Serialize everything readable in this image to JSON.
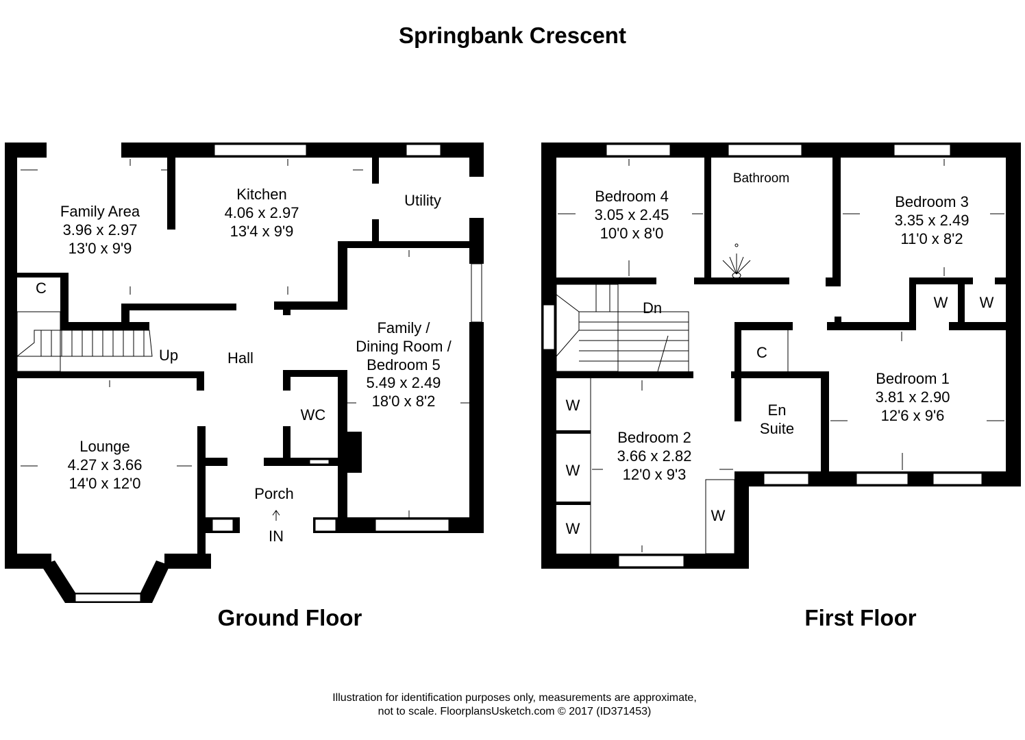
{
  "title": "Springbank Crescent",
  "ground_floor": {
    "label": "Ground Floor",
    "rooms": {
      "family_area": {
        "name": "Family Area",
        "metric": "3.96 x 2.97",
        "imperial": "13'0 x 9'9"
      },
      "kitchen": {
        "name": "Kitchen",
        "metric": "4.06 x 2.97",
        "imperial": "13'4 x 9'9"
      },
      "utility": {
        "name": "Utility"
      },
      "cupboard": {
        "name": "C"
      },
      "stairs": {
        "name": "Up"
      },
      "hall": {
        "name": "Hall"
      },
      "family_dining": {
        "name1": "Family /",
        "name2": "Dining Room /",
        "name3": "Bedroom 5",
        "metric": "5.49 x 2.49",
        "imperial": "18'0 x 8'2"
      },
      "wc": {
        "name": "WC"
      },
      "lounge": {
        "name": "Lounge",
        "metric": "4.27 x 3.66",
        "imperial": "14'0 x 12'0"
      },
      "porch": {
        "name": "Porch"
      },
      "entrance": {
        "name": "IN"
      }
    }
  },
  "first_floor": {
    "label": "First Floor",
    "rooms": {
      "bedroom4": {
        "name": "Bedroom 4",
        "metric": "3.05 x 2.45",
        "imperial": "10'0 x 8'0"
      },
      "bathroom": {
        "name": "Bathroom"
      },
      "bedroom3": {
        "name": "Bedroom 3",
        "metric": "3.35 x 2.49",
        "imperial": "11'0 x 8'2"
      },
      "stairs": {
        "name": "Dn"
      },
      "w1": {
        "name": "W"
      },
      "w2": {
        "name": "W"
      },
      "cupboard": {
        "name": "C"
      },
      "bedroom1": {
        "name": "Bedroom 1",
        "metric": "3.81 x 2.90",
        "imperial": "12'6 x 9'6"
      },
      "ensuite": {
        "name1": "En",
        "name2": "Suite"
      },
      "bedroom2": {
        "name": "Bedroom 2",
        "metric": "3.66 x 2.82",
        "imperial": "12'0 x 9'3"
      },
      "w3": {
        "name": "W"
      },
      "w4": {
        "name": "W"
      },
      "w5": {
        "name": "W"
      },
      "w6": {
        "name": "W"
      }
    }
  },
  "disclaimer": {
    "line1": "Illustration for identification purposes only, measurements are approximate,",
    "line2": "not to scale. FloorplansUsketch.com © 2017 (ID371453)"
  }
}
